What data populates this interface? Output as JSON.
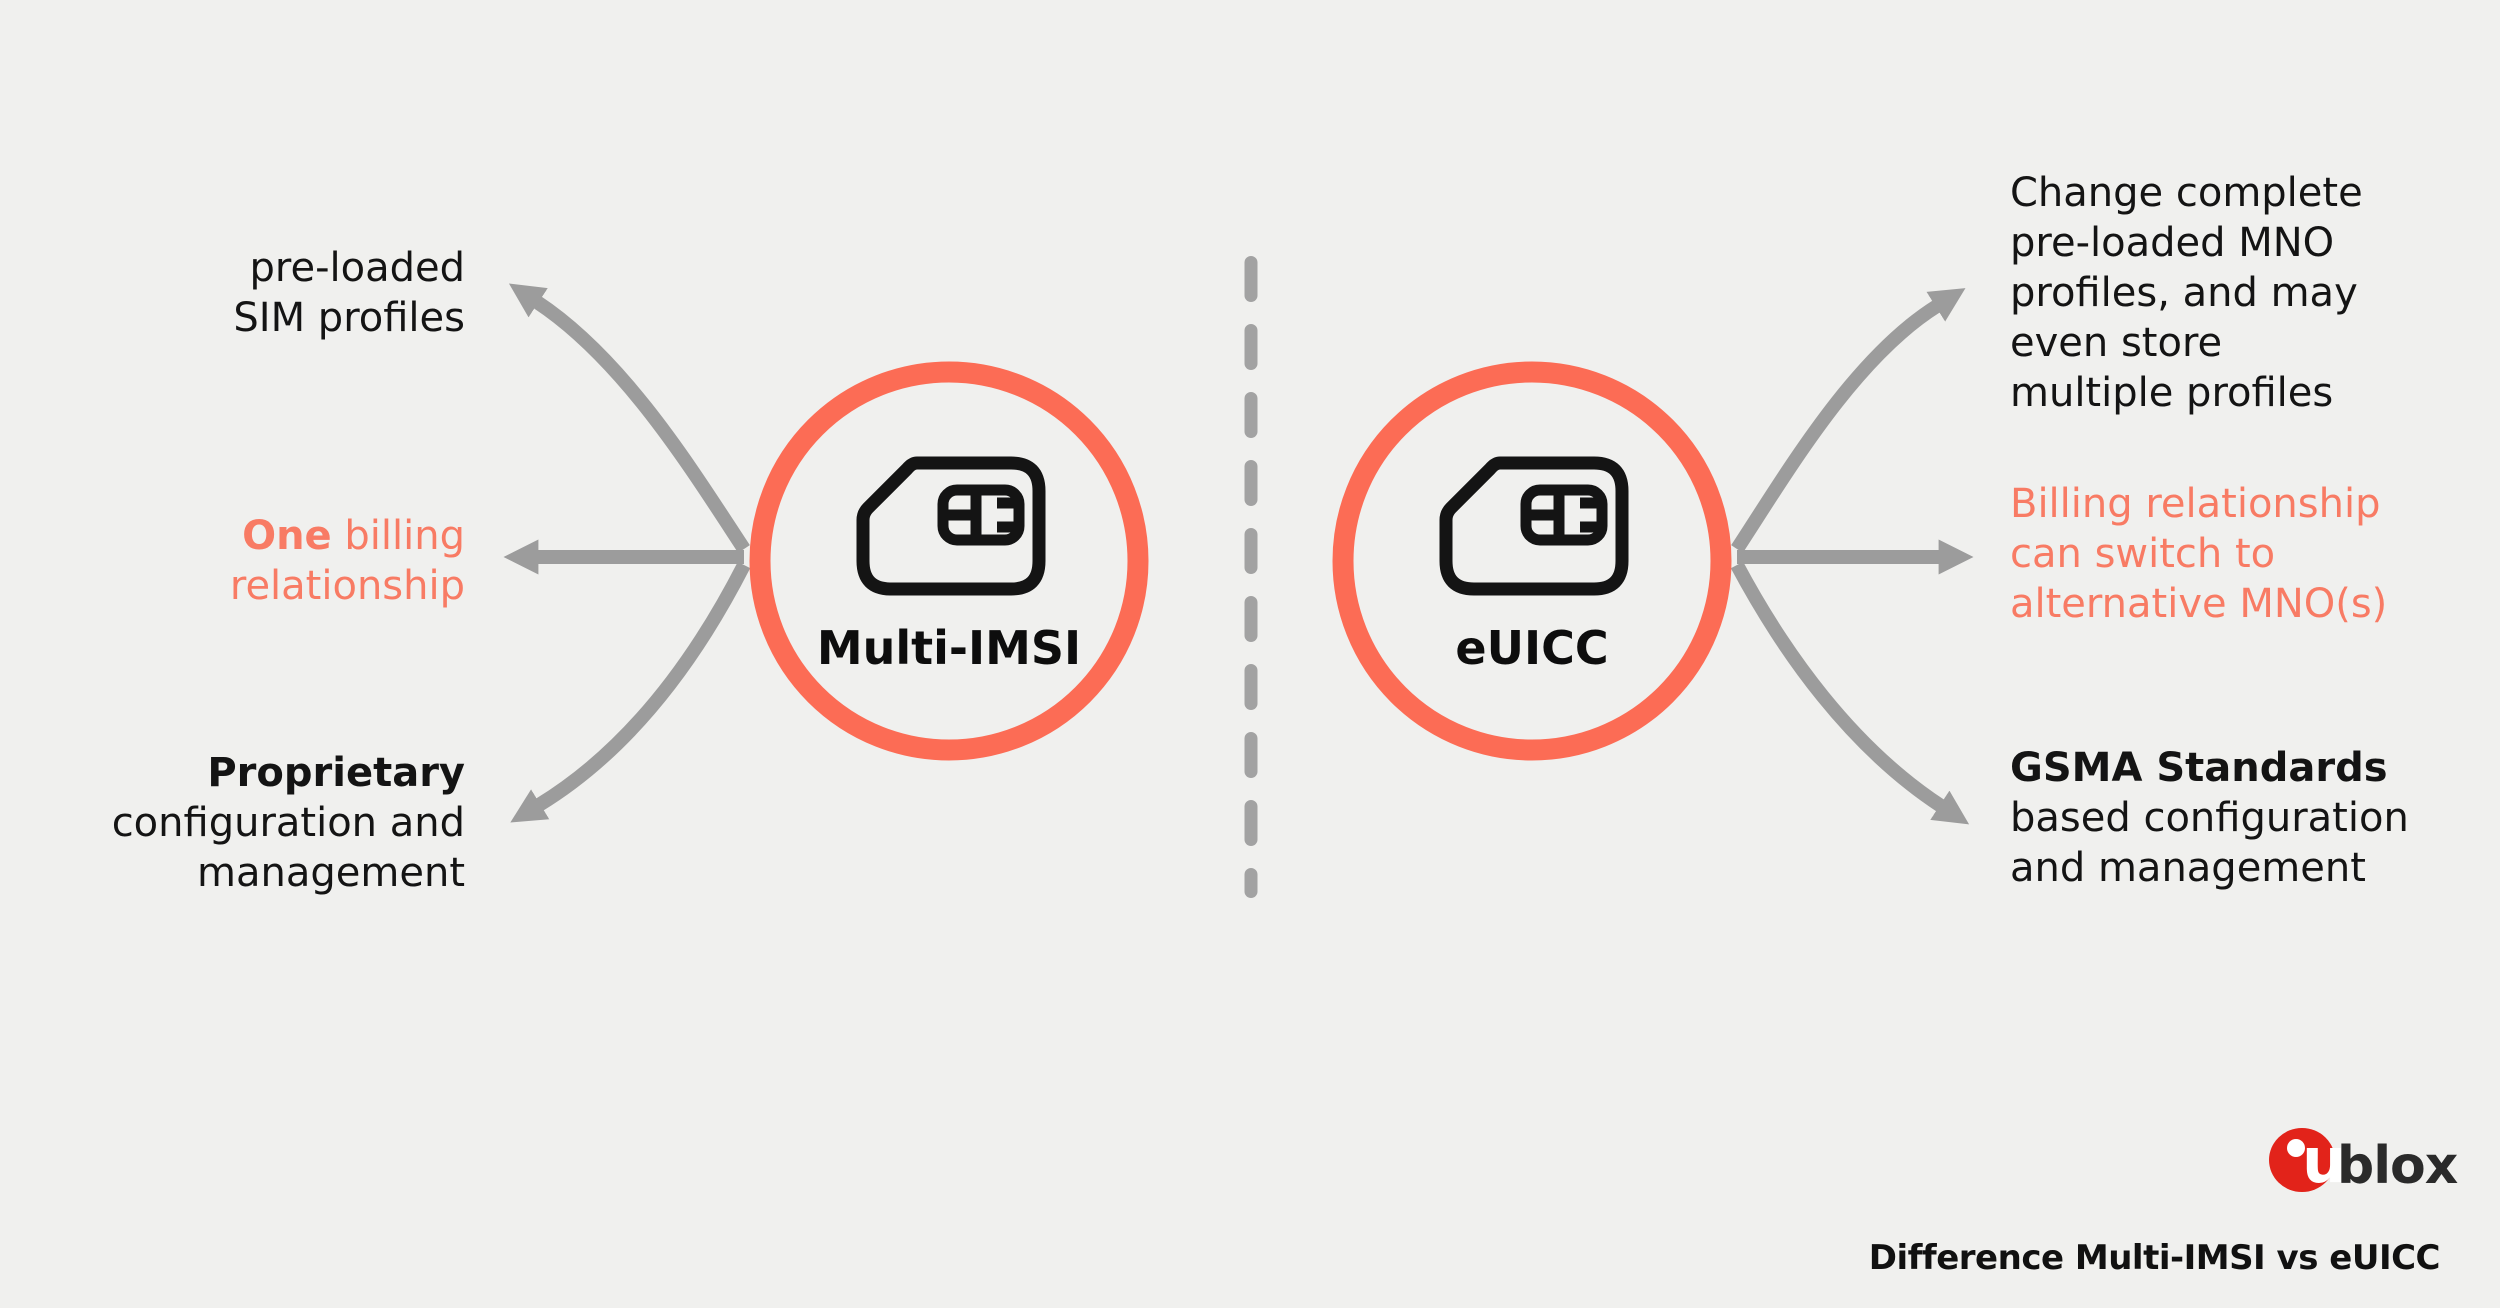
{
  "colors": {
    "background": "#f0f0ee",
    "coral": "#fc6c55",
    "orange_text": "#f87b64",
    "arrow_gray": "#9c9c9c",
    "dash_gray": "#a2a2a2",
    "ink": "#141414",
    "logo_red": "#e2231a",
    "logo_dark": "#2a2a2a"
  },
  "circles": [
    {
      "id": "multi-imsi",
      "label": "Multi-IMSI",
      "icon": "sim-card-icon"
    },
    {
      "id": "euicc",
      "label": "eUICC",
      "icon": "sim-card-icon"
    }
  ],
  "labels": {
    "left": [
      {
        "name": "preloaded-sim-profiles",
        "color": "black",
        "lines": [
          [
            {
              "t": "pre-loaded"
            }
          ],
          [
            {
              "t": "SIM profiles"
            }
          ]
        ]
      },
      {
        "name": "one-billing-relationship",
        "color": "orange",
        "lines": [
          [
            {
              "t": "One",
              "b": true
            },
            {
              "t": " billing"
            }
          ],
          [
            {
              "t": "relationship"
            }
          ]
        ]
      },
      {
        "name": "proprietary-configuration-management",
        "color": "black",
        "lines": [
          [
            {
              "t": "Proprietary",
              "b": true
            }
          ],
          [
            {
              "t": "configuration and"
            }
          ],
          [
            {
              "t": "management"
            }
          ]
        ]
      }
    ],
    "right": [
      {
        "name": "change-complete-preloaded-mno-profiles",
        "color": "black",
        "lines": [
          [
            {
              "t": "Change complete"
            }
          ],
          [
            {
              "t": "pre-loaded MNO"
            }
          ],
          [
            {
              "t": "profiles, and may"
            }
          ],
          [
            {
              "t": "even store"
            }
          ],
          [
            {
              "t": "multiple profiles"
            }
          ]
        ]
      },
      {
        "name": "billing-relationship-can-switch",
        "color": "orange",
        "lines": [
          [
            {
              "t": "Billing relationship"
            }
          ],
          [
            {
              "t": "can switch to"
            }
          ],
          [
            {
              "t": "alternative MNO(s)"
            }
          ]
        ]
      },
      {
        "name": "gsma-standards-configuration-management",
        "color": "black",
        "lines": [
          [
            {
              "t": "GSMA Standards",
              "b": true
            }
          ],
          [
            {
              "t": "based configuration"
            }
          ],
          [
            {
              "t": "and management"
            }
          ]
        ]
      }
    ]
  },
  "footer": {
    "logo_u": "u",
    "logo_blox": "blox",
    "title": "Difference Multi-IMSI vs eUICC"
  }
}
